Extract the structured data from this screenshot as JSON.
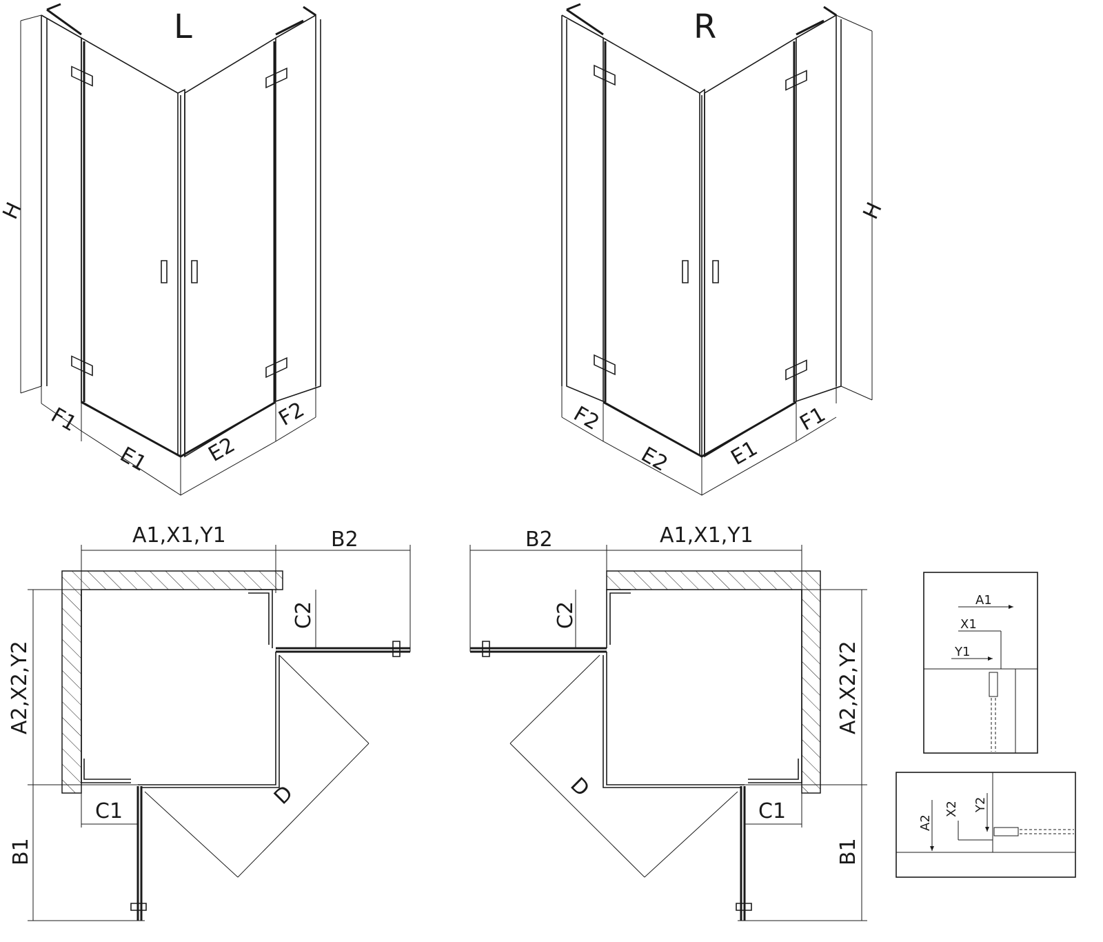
{
  "variants": {
    "left": "L",
    "right": "R"
  },
  "labels": {
    "H": "H",
    "F1": "F1",
    "F2": "F2",
    "E1": "E1",
    "E2": "E2",
    "A1X1Y1": "A1,X1,Y1",
    "A2X2Y2": "A2,X2,Y2",
    "B1": "B1",
    "B2": "B2",
    "C1": "C1",
    "C2": "C2",
    "D": "D",
    "A1": "A1",
    "X1": "X1",
    "Y1": "Y1",
    "A2": "A2",
    "X2": "X2",
    "Y2": "Y2"
  },
  "colors": {
    "line": "#1a1a1a",
    "background": "#ffffff"
  }
}
